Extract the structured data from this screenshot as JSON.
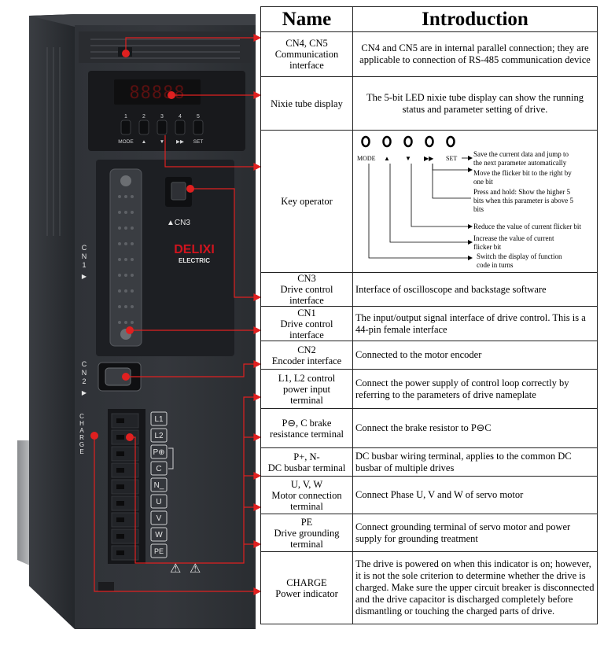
{
  "table": {
    "headers": [
      "Name",
      "Introduction"
    ],
    "rows": [
      {
        "name": [
          "CN4, CN5",
          "Communication",
          "interface"
        ],
        "intro": "CN4 and CN5 are in internal parallel connection; they are applicable to connection of RS-485 communication device"
      },
      {
        "name": [
          "Nixie tube display"
        ],
        "intro": "The 5-bit LED nixie tube display can show the running status and parameter setting of drive."
      },
      {
        "name": [
          "Key operator"
        ],
        "intro": ""
      },
      {
        "name": [
          "CN3",
          "Drive control",
          "interface"
        ],
        "intro": "Interface of oscilloscope and backstage software"
      },
      {
        "name": [
          "CN1",
          "Drive control",
          "interface"
        ],
        "intro": "The input/output signal interface of drive control. This is a 44-pin female interface"
      },
      {
        "name": [
          "CN2",
          "Encoder interface"
        ],
        "intro": "Connected to the motor encoder"
      },
      {
        "name": [
          "L1, L2 control",
          "power input",
          "terminal"
        ],
        "intro": "Connect the power supply of control loop correctly by referring to the parameters of drive nameplate"
      },
      {
        "name": [
          "P⊖, C brake",
          "resistance terminal"
        ],
        "intro": "Connect the brake resistor to P⊖C"
      },
      {
        "name": [
          "P+, N-",
          "DC busbar terminal"
        ],
        "intro": "DC busbar wiring terminal, applies to the common DC busbar of multiple drives"
      },
      {
        "name": [
          "U, V, W",
          "Motor connection",
          "terminal"
        ],
        "intro": "Connect Phase U, V and W of servo motor"
      },
      {
        "name": [
          "PE",
          "Drive grounding",
          "terminal"
        ],
        "intro": "Connect grounding terminal of servo motor and power supply for grounding treatment"
      },
      {
        "name": [
          "CHARGE",
          "Power indicator"
        ],
        "intro": "The drive is powered on when this indicator is on; however, it is not the sole criterion to determine whether the drive is charged. Make sure the upper circuit breaker is disconnected and the drive capacitor is discharged completely before dismantling or touching the charged parts of drive."
      }
    ]
  },
  "key_operator": {
    "keys": [
      "MODE",
      "▲",
      "▼",
      "▶▶",
      "SET"
    ],
    "annotations": [
      [
        "Save the current data and jump to",
        "the next parameter automatically"
      ],
      [
        "Move the flicker bit to the right by",
        "one bit"
      ],
      [
        "Press and hold: Show the higher 5",
        "bits when this parameter is above 5",
        "bits"
      ],
      [
        "Reduce the value of current flicker bit"
      ],
      [
        "Increase the value of current",
        "flicker bit"
      ],
      [
        "Switch the display of function",
        "code in turns"
      ]
    ]
  },
  "device": {
    "display_digits": "88888",
    "key_numbers": [
      "1",
      "2",
      "3",
      "4",
      "5"
    ],
    "key_labels": [
      "MODE",
      "▲",
      "▼",
      "▶▶",
      "SET"
    ],
    "cn3_label": "▲CN3",
    "cn1_label": [
      "C",
      "N",
      "1",
      "▶"
    ],
    "cn2_label": [
      "C",
      "N",
      "2",
      "▶"
    ],
    "charge_label": [
      "C",
      "H",
      "A",
      "R",
      "G",
      "E"
    ],
    "brand": "DELIXI",
    "brand_sub": "ELECTRIC",
    "terminals": [
      "L1",
      "L2",
      "P⊕",
      "C",
      "N_",
      "U",
      "V",
      "W",
      "PE"
    ],
    "warning_symbols": [
      "⚠",
      "⚠"
    ]
  },
  "colors": {
    "body": "#2b2e33",
    "panel": "#1b1d21",
    "accent_red": "#e02020",
    "brand_red": "#d0141e"
  }
}
